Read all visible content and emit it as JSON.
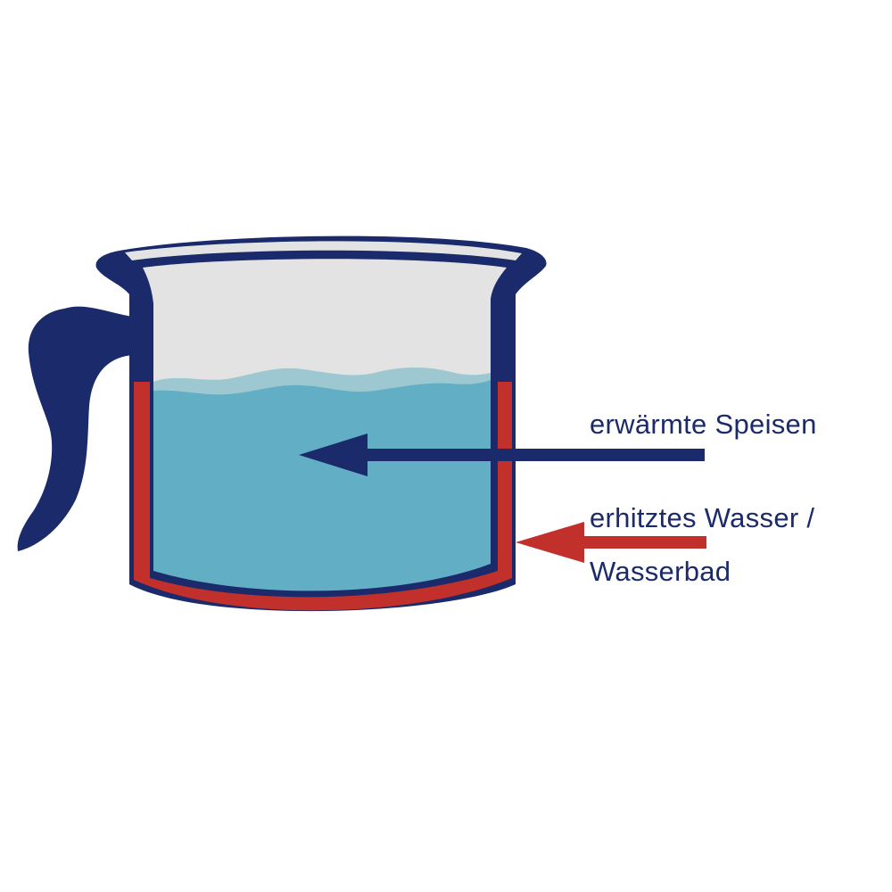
{
  "labels": {
    "food": "erwärmte Speisen",
    "water_line1": "erhitztes Wasser /",
    "water_line2": "Wasserbad"
  },
  "colors": {
    "pot_outline": "#1b2a6b",
    "food_fill": "#62aec4",
    "food_wave": "#9dc7d1",
    "inner_empty": "#e3e3e3",
    "water_jacket": "#c2302b",
    "background": "#ffffff"
  },
  "icons": {
    "pot": "double-boiler-pot-icon",
    "handle": "pot-handle-icon"
  }
}
